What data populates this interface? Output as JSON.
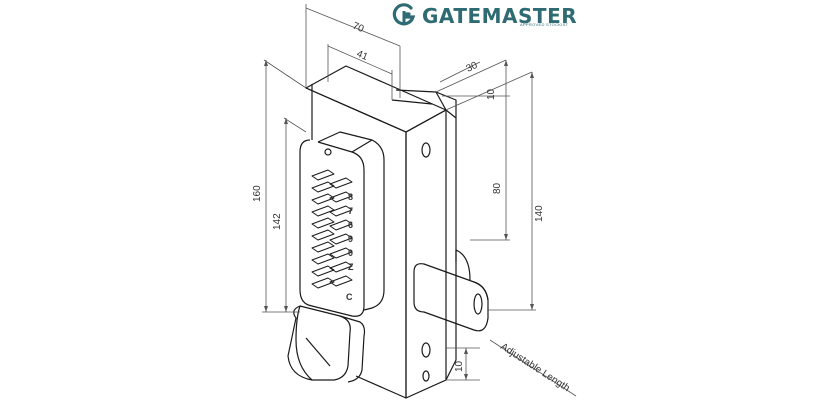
{
  "brand": {
    "name": "GATEMASTER",
    "tagline": "APPROVED STOCKIST",
    "color": "#2f6b73",
    "icon": "gatemaster-g-icon"
  },
  "dimensions": {
    "width_overall": "70",
    "width_keypad": "41",
    "depth_bolt": "30",
    "top_offset": "10",
    "hole_spacing": "80",
    "height_body": "140",
    "height_overall": "160",
    "height_keypad": "142",
    "bottom_offset": "10",
    "adjustable": "Adjustable Length"
  },
  "keypad": {
    "digits": [
      "8",
      "7",
      "6",
      "9",
      "0",
      "Z"
    ],
    "button_label": "C"
  },
  "colors": {
    "line": "#1a1a1a",
    "dim_line": "#555555"
  }
}
